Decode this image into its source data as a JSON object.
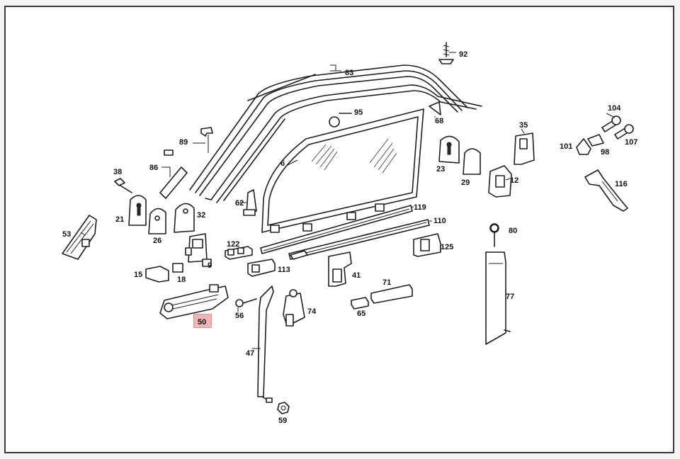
{
  "diagram": {
    "highlight_color": "#f2b5b5",
    "highlighted_part": "50",
    "callouts": [
      {
        "id": "92",
        "text": "92"
      },
      {
        "id": "83",
        "text": "83"
      },
      {
        "id": "95",
        "text": "95"
      },
      {
        "id": "68",
        "text": "68"
      },
      {
        "id": "89",
        "text": "89"
      },
      {
        "id": "86",
        "text": "86"
      },
      {
        "id": "6",
        "text": "6"
      },
      {
        "id": "38",
        "text": "38"
      },
      {
        "id": "21",
        "text": "21"
      },
      {
        "id": "26",
        "text": "26"
      },
      {
        "id": "32",
        "text": "32"
      },
      {
        "id": "53",
        "text": "53"
      },
      {
        "id": "62",
        "text": "62"
      },
      {
        "id": "119",
        "text": "119"
      },
      {
        "id": "110",
        "text": "110"
      },
      {
        "id": "35",
        "text": "35"
      },
      {
        "id": "23",
        "text": "23"
      },
      {
        "id": "29",
        "text": "29"
      },
      {
        "id": "12",
        "text": "12"
      },
      {
        "id": "104",
        "text": "104"
      },
      {
        "id": "101",
        "text": "101"
      },
      {
        "id": "98",
        "text": "98"
      },
      {
        "id": "107",
        "text": "107"
      },
      {
        "id": "116",
        "text": "116"
      },
      {
        "id": "80",
        "text": "80"
      },
      {
        "id": "125",
        "text": "125"
      },
      {
        "id": "122",
        "text": "122"
      },
      {
        "id": "9",
        "text": "9"
      },
      {
        "id": "15",
        "text": "15"
      },
      {
        "id": "18",
        "text": "18"
      },
      {
        "id": "113",
        "text": "113"
      },
      {
        "id": "41",
        "text": "41"
      },
      {
        "id": "71",
        "text": "71"
      },
      {
        "id": "56",
        "text": "56"
      },
      {
        "id": "74",
        "text": "74"
      },
      {
        "id": "65",
        "text": "65"
      },
      {
        "id": "77",
        "text": "77"
      },
      {
        "id": "50",
        "text": "50"
      },
      {
        "id": "47",
        "text": "47"
      },
      {
        "id": "59",
        "text": "59"
      }
    ]
  }
}
